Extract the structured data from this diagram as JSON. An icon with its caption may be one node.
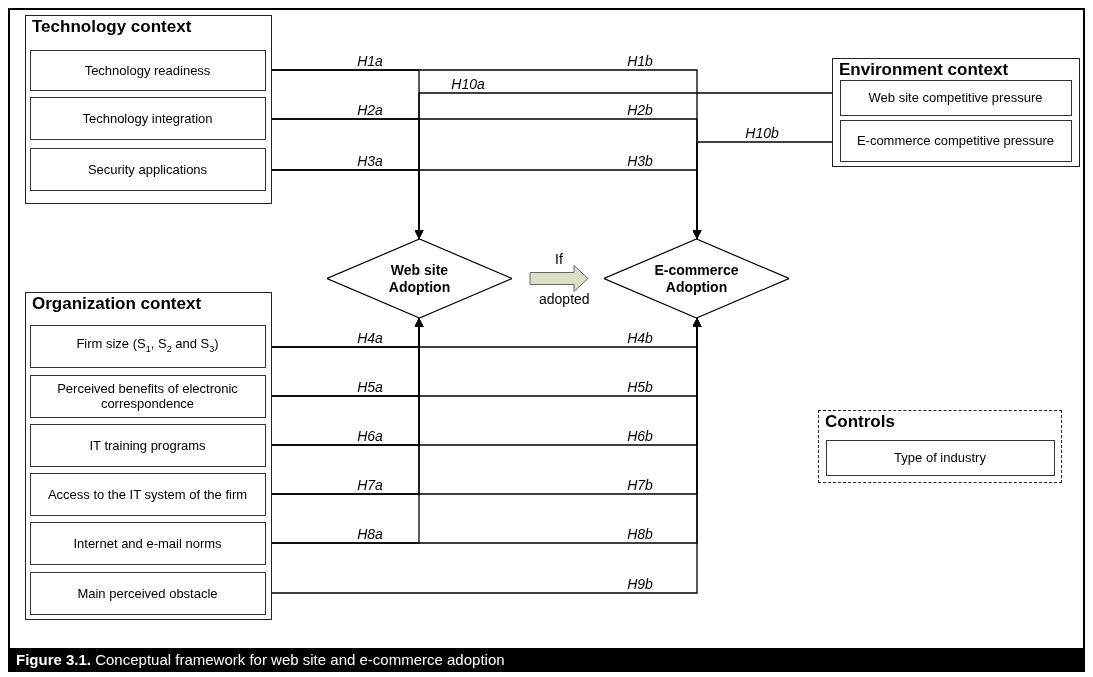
{
  "diagram": {
    "caption": "**Figure 3.1.** Conceptual framework for web site and e-commerce adoption",
    "nodes": [
      {
        "text": [
          "Technology context"
        ]
      },
      {
        "text": [
          "Technology readiness"
        ],
        "in": 0
      },
      {
        "text": [
          "Technology integration"
        ],
        "in": 0
      },
      {
        "text": [
          "Security applications"
        ],
        "in": 0
      },
      {
        "text": [
          "Environment context"
        ]
      },
      {
        "text": [
          "Web site competitive pressure"
        ],
        "in": 4
      },
      {
        "text": [
          "E-commerce competitive pressure"
        ],
        "in": 4
      },
      {
        "text": [
          "Web site Adoption"
        ]
      },
      {
        "text": [
          "E-commerce Adoption"
        ]
      },
      {
        "text": [
          "Organization context"
        ]
      },
      {
        "text": [
          "Firm size (S$_{1}$, S$_{2}$ and S$_{3}$)"
        ],
        "in": 9
      },
      {
        "text": [
          "Perceived benefits of electronic correspondence"
        ],
        "in": 9
      },
      {
        "text": [
          "IT training programs"
        ],
        "in": 9
      },
      {
        "text": [
          "Access to the IT system of the firm"
        ],
        "in": 9
      },
      {
        "text": [
          "Internet and e-mail norms"
        ],
        "in": 9
      },
      {
        "text": [
          "Main perceived obstacle"
        ],
        "in": 9
      },
      {
        "text": [
          "Controls"
        ]
      },
      {
        "text": [
          "Type of industry"
        ],
        "in": 16
      }
    ],
    "edges": [
      {
        "from": 1,
        "to": 7,
        "arrow": "to",
        "label": "H1a"
      },
      {
        "from": 1,
        "to": 8,
        "arrow": "to",
        "label": "H1b"
      },
      {
        "from": 2,
        "to": 7,
        "arrow": "to",
        "label": "H2a"
      },
      {
        "from": 2,
        "to": 8,
        "arrow": "to",
        "label": "H2b"
      },
      {
        "from": 3,
        "to": 7,
        "arrow": "to",
        "label": "H3a"
      },
      {
        "from": 3,
        "to": 8,
        "arrow": "to",
        "label": "H3b"
      },
      {
        "from": 5,
        "to": 7,
        "arrow": "to",
        "label": "H10a"
      },
      {
        "from": 6,
        "to": 8,
        "arrow": "to",
        "label": "H10b"
      },
      {
        "from": 7,
        "to": 8,
        "arrow": "to",
        "label": "If adopted",
        "style": "thick",
        "color": "#dcdfc6"
      },
      {
        "from": 10,
        "to": 7,
        "arrow": "to",
        "label": "H4a"
      },
      {
        "from": 10,
        "to": 8,
        "arrow": "to",
        "label": "H4b"
      },
      {
        "from": 11,
        "to": 7,
        "arrow": "to",
        "label": "H5a"
      },
      {
        "from": 11,
        "to": 8,
        "arrow": "to",
        "label": "H5b"
      },
      {
        "from": 12,
        "to": 7,
        "arrow": "to",
        "label": "H6a"
      },
      {
        "from": 12,
        "to": 8,
        "arrow": "to",
        "label": "H6b"
      },
      {
        "from": 13,
        "to": 7,
        "arrow": "to",
        "label": "H7a"
      },
      {
        "from": 13,
        "to": 8,
        "arrow": "to",
        "label": "H7b"
      },
      {
        "from": 14,
        "to": 7,
        "arrow": "to",
        "label": "H8a"
      },
      {
        "from": 14,
        "to": 8,
        "arrow": "to",
        "label": "H8b"
      },
      {
        "from": 15,
        "to": 8,
        "arrow": "to",
        "label": "H9b"
      }
    ]
  }
}
